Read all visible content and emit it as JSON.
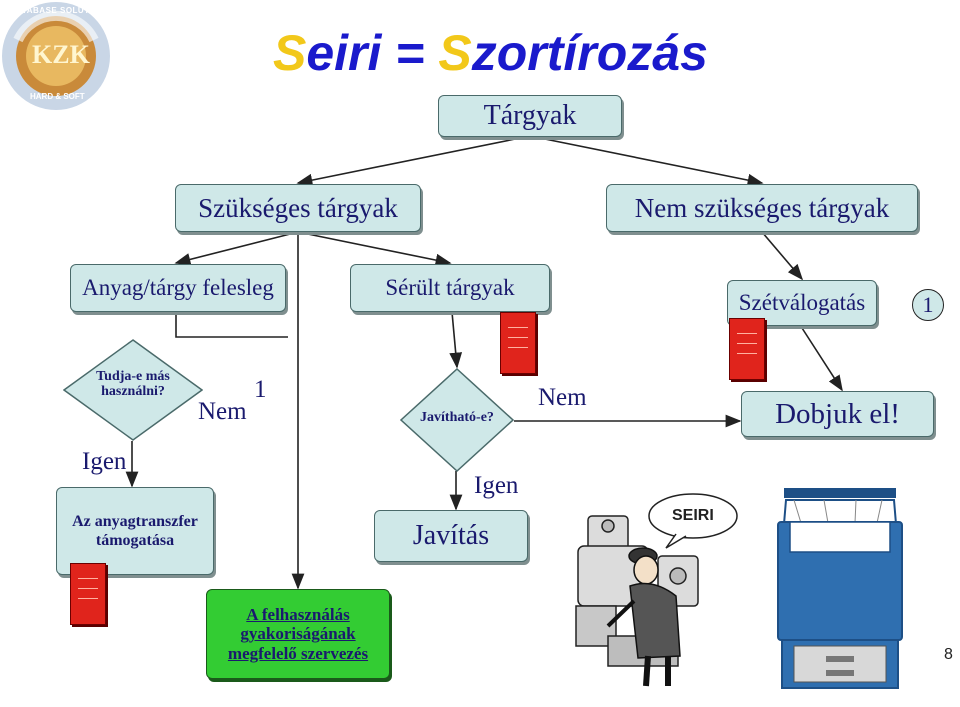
{
  "title": {
    "first_letter_1": "S",
    "rest_1": "eiri = ",
    "first_letter_2": "S",
    "rest_2": "zortírozás"
  },
  "logo": {
    "ring_text": "DATABASE SOLUTIONS",
    "bottom_text": "HARD & SOFT",
    "center": "KZK"
  },
  "nodes": {
    "root": "Tárgyak",
    "needed": "Szükséges tárgyak",
    "not_needed": "Nem szükséges tárgyak",
    "surplus": "Anyag/tárgy felesleg",
    "damaged": "Sérült tárgyak",
    "sorting": "Szétválogatás",
    "question_reuse": "Tudja-e más használni?",
    "question_repair": "Javítható-e?",
    "discard": "Dobjuk el!",
    "transfer": "Az anyagtranszfer támogatása",
    "repair": "Javítás",
    "organize": "A felhasználás gyakoriságának megfelelő szervezés"
  },
  "labels": {
    "yes_left": "Igen",
    "no_left": "Nem",
    "badge_left": "1",
    "no_right": "Nem",
    "yes_right": "Igen",
    "badge_sort": "1"
  },
  "cartoon": {
    "speech": "SEIRI"
  },
  "page_number": "8",
  "colors": {
    "box_fill": "#cfe8e8",
    "green": "#33cc33",
    "red_card": "#e0241c",
    "title_blue": "#1a1acc",
    "title_yellow": "#f2c81a",
    "cabinet": "#2f6fb0"
  }
}
